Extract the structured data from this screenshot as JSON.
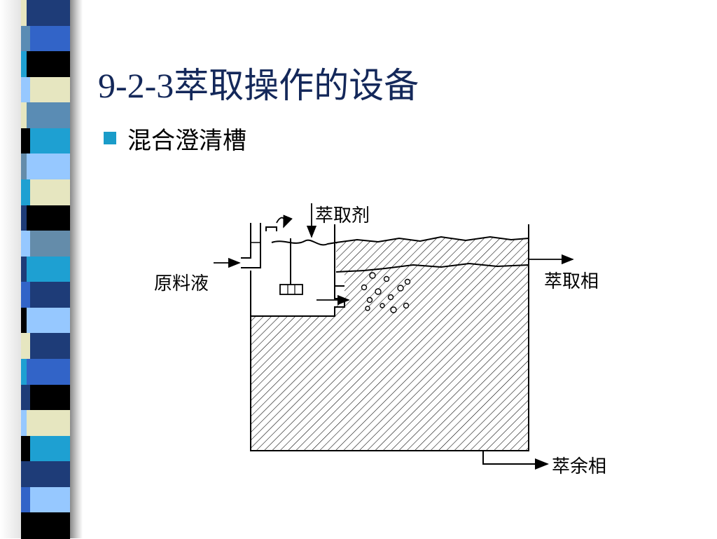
{
  "slide": {
    "title": "9-2-3萃取操作的设备",
    "bullets": [
      {
        "text": "混合澄清槽",
        "marker_color": "#1a9cc9"
      }
    ]
  },
  "decoration": {
    "stripe_colors": [
      "#1e3c78",
      "#3264c8",
      "#000000",
      "#e6e6c0",
      "#5a8cb4",
      "#1ea0d2",
      "#96c8ff",
      "#e6e6c0",
      "#000000",
      "#648caa",
      "#1ea0d2",
      "#1e3c78",
      "#96c8ff",
      "#1e3c78",
      "#3264c8",
      "#000000",
      "#e6e6c0",
      "#1ea0d2",
      "#1e3c78",
      "#96c8ff",
      "#000000"
    ],
    "title_color": "#14285a"
  },
  "diagram": {
    "labels": {
      "solvent": "萃取剂",
      "feed": "原料液",
      "extract": "萃取相",
      "raffinate": "萃余相"
    },
    "agitator_icon": "impeller-icon"
  }
}
